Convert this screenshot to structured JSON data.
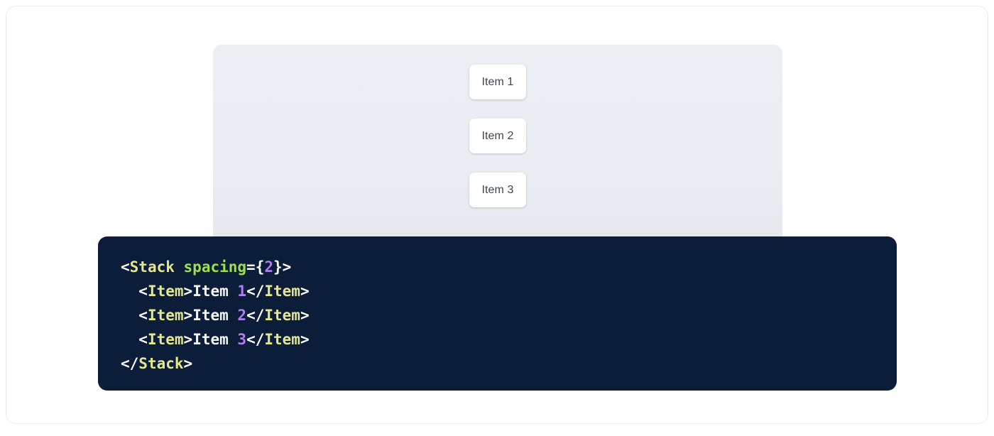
{
  "preview": {
    "panel_background": "#eaedf2",
    "items": [
      {
        "label": "Item 1"
      },
      {
        "label": "Item 2"
      },
      {
        "label": "Item 3"
      }
    ]
  },
  "code": {
    "language": "jsx",
    "background": "#0b1d39",
    "colors": {
      "punctuation": "#ffffff",
      "tag": "#e6e68a",
      "attribute": "#9fe04f",
      "number": "#b07ef0",
      "text": "#f4f6f8"
    },
    "lines": [
      {
        "indent": "",
        "tokens": [
          {
            "t": "punc",
            "v": "<"
          },
          {
            "t": "tag",
            "v": "Stack"
          },
          {
            "t": "punc",
            "v": " "
          },
          {
            "t": "attr",
            "v": "spacing"
          },
          {
            "t": "punc",
            "v": "={"
          },
          {
            "t": "num",
            "v": "2"
          },
          {
            "t": "punc",
            "v": "}>"
          }
        ]
      },
      {
        "indent": "  ",
        "tokens": [
          {
            "t": "punc",
            "v": "<"
          },
          {
            "t": "tag",
            "v": "Item"
          },
          {
            "t": "punc",
            "v": ">"
          },
          {
            "t": "text",
            "v": "Item "
          },
          {
            "t": "num",
            "v": "1"
          },
          {
            "t": "punc",
            "v": "</"
          },
          {
            "t": "tag",
            "v": "Item"
          },
          {
            "t": "punc",
            "v": ">"
          }
        ]
      },
      {
        "indent": "  ",
        "tokens": [
          {
            "t": "punc",
            "v": "<"
          },
          {
            "t": "tag",
            "v": "Item"
          },
          {
            "t": "punc",
            "v": ">"
          },
          {
            "t": "text",
            "v": "Item "
          },
          {
            "t": "num",
            "v": "2"
          },
          {
            "t": "punc",
            "v": "</"
          },
          {
            "t": "tag",
            "v": "Item"
          },
          {
            "t": "punc",
            "v": ">"
          }
        ]
      },
      {
        "indent": "  ",
        "tokens": [
          {
            "t": "punc",
            "v": "<"
          },
          {
            "t": "tag",
            "v": "Item"
          },
          {
            "t": "punc",
            "v": ">"
          },
          {
            "t": "text",
            "v": "Item "
          },
          {
            "t": "num",
            "v": "3"
          },
          {
            "t": "punc",
            "v": "</"
          },
          {
            "t": "tag",
            "v": "Item"
          },
          {
            "t": "punc",
            "v": ">"
          }
        ]
      },
      {
        "indent": "",
        "tokens": [
          {
            "t": "punc",
            "v": "</"
          },
          {
            "t": "tag",
            "v": "Stack"
          },
          {
            "t": "punc",
            "v": ">"
          }
        ]
      }
    ]
  }
}
